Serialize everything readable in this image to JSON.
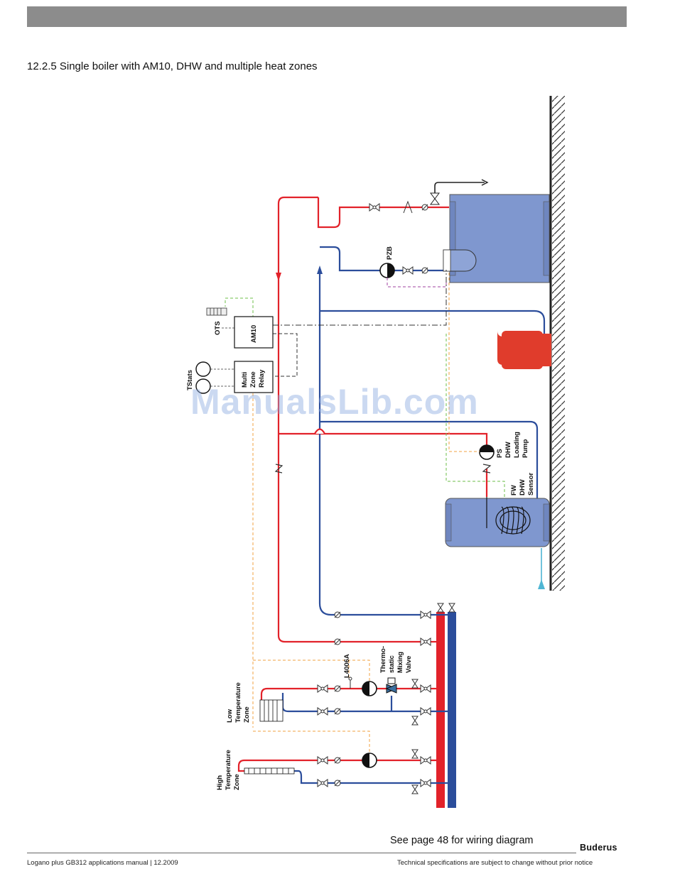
{
  "page": {
    "section_title": "12.2.5 Single boiler with AM10, DHW and multiple heat zones",
    "wiring_note": "See page 48 for wiring diagram",
    "brand": "Buderus",
    "footer_left": "Logano plus GB312 applications manual | 12.2009",
    "footer_right": "Technical specifications are subject to change without prior notice",
    "watermark": "ManualsLib.com"
  },
  "labels": {
    "pzb": "PZB",
    "ots": "OTS",
    "am10": "AM10",
    "relay": [
      "Multi",
      "Zone",
      "Relay"
    ],
    "tstats": "TStats",
    "ps_pump": [
      "PS",
      "DHW",
      "Loading",
      "Pump"
    ],
    "fw_sensor": [
      "FW",
      "DHW",
      "Sensor"
    ],
    "l4006a": "L4006A",
    "mixing_valve": [
      "Thermo-",
      "static",
      "Mixing",
      "Valve"
    ],
    "low_zone": [
      "Low",
      "Temperature",
      "Zone"
    ],
    "high_zone": [
      "High",
      "Temperature",
      "Zone"
    ]
  },
  "colors": {
    "supply": "#e2222a",
    "return": "#2b4d9b",
    "tank": "#7f97cf",
    "expansion_tank": "#e03c2c",
    "control_wire": "#f0a040",
    "sensor_wire": "#6cbf4a",
    "pump_wire": "#a040a0",
    "cold_water": "#4fb6d4"
  }
}
